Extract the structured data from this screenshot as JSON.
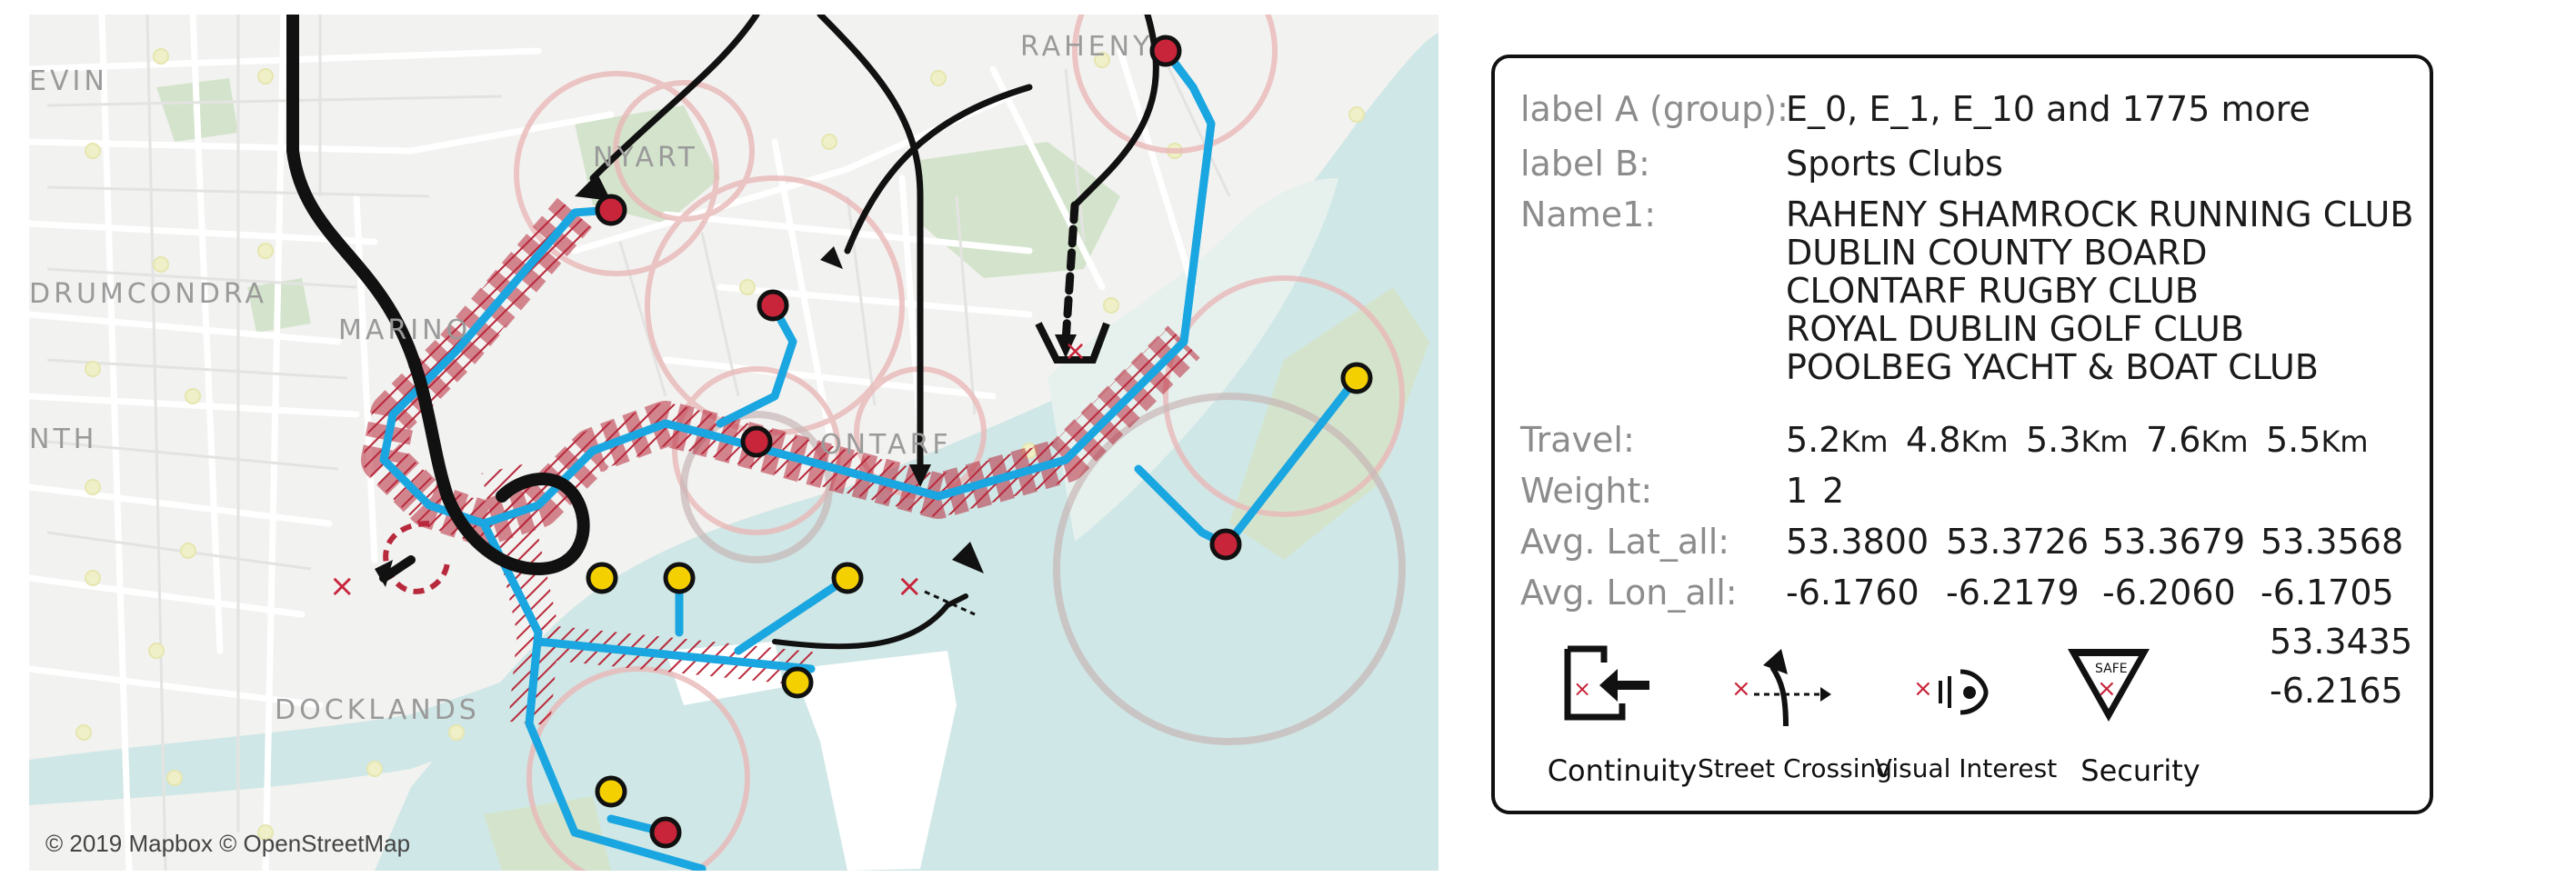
{
  "map": {
    "attribution": "© 2019 Mapbox © OpenStreetMap",
    "place_labels": {
      "raheny": "RAHENY",
      "kevin": "EVIN",
      "drumcondra": "DRUMCONDRA",
      "marino": "MARINO",
      "nyart": "NYART",
      "north_wall": "NTH",
      "docklands": "DOCKLANDS",
      "clontarf": "ONTARF"
    },
    "colors": {
      "route_blue": "#1aa6e0",
      "route_black": "#111111",
      "highlight_red": "#b8293c",
      "marker_red": "#c8243a",
      "marker_yellow": "#f4d000",
      "water": "#cfe7e6",
      "park": "#cfe1c7",
      "ring": "#e9b8b8"
    }
  },
  "tooltip": {
    "labels": {
      "group": "label A (group):",
      "label_b": "label B:",
      "name1": "Name1:",
      "travel": "Travel:",
      "weight": "Weight:",
      "avg_lat": "Avg. Lat_all:",
      "avg_lon": "Avg. Lon_all:"
    },
    "group_value": "E_0, E_1, E_10 and 1775 more",
    "label_b_value": "Sports Clubs",
    "names": [
      "RAHENY SHAMROCK RUNNING CLUB",
      "DUBLIN COUNTY BOARD",
      "CLONTARF RUGBY CLUB",
      "ROYAL DUBLIN GOLF CLUB",
      "POOLBEG YACHT & BOAT CLUB"
    ],
    "travel": [
      {
        "value": "5.2",
        "unit": "Km"
      },
      {
        "value": "4.8",
        "unit": "Km"
      },
      {
        "value": "5.3",
        "unit": "Km"
      },
      {
        "value": "7.6",
        "unit": "Km"
      },
      {
        "value": "5.5",
        "unit": "Km"
      }
    ],
    "weight": [
      "1",
      "2"
    ],
    "avg_lat": [
      "53.3800",
      "53.3726",
      "53.3679",
      "53.3568",
      "53.3435"
    ],
    "avg_lon": [
      "-6.1760",
      "-6.2179",
      "-6.2060",
      "-6.1705",
      "-6.2165"
    ],
    "legend": [
      {
        "label": "Continuity",
        "icon": "continuity-icon"
      },
      {
        "label": "Street Crossing",
        "icon": "street-crossing-icon"
      },
      {
        "label": "Visual Interest",
        "icon": "visual-interest-icon"
      },
      {
        "label": "Security",
        "icon": "security-icon"
      }
    ],
    "security_sign_text": "SAFE"
  }
}
